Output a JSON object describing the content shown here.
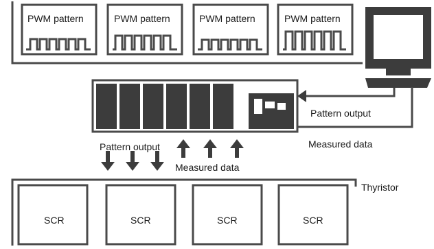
{
  "pwm_patterns": [
    {
      "label": "PWM pattern"
    },
    {
      "label": "PWM pattern"
    },
    {
      "label": "PWM pattern"
    },
    {
      "label": "PWM pattern"
    }
  ],
  "labels": {
    "pattern_output_right": "Pattern output",
    "measured_data_right": "Measured data",
    "pattern_output_left": "Pattern output",
    "measured_data_bottom": "Measured data",
    "thyristor": "Thyristor"
  },
  "scr_units": [
    {
      "label": "SCR"
    },
    {
      "label": "SCR"
    },
    {
      "label": "SCR"
    },
    {
      "label": "SCR"
    }
  ],
  "colors": {
    "stroke": "#4a4a4a",
    "fill_dark": "#3c3c3c",
    "text": "#1a1a1a",
    "background": "#ffffff"
  }
}
